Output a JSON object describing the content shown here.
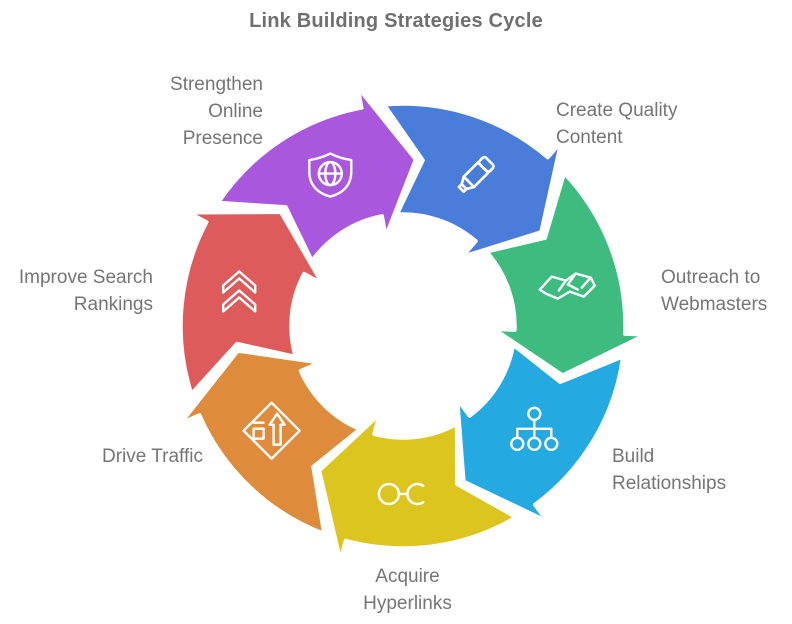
{
  "title": "Link Building Strategies Cycle",
  "diagram": {
    "type": "cycle",
    "direction": "clockwise",
    "segment_count": 7
  },
  "colors": {
    "background": "#ffffff",
    "outline": "#ffffff",
    "title_text": "#6f6f6f",
    "label_text": "#757575"
  },
  "segments": [
    {
      "id": "create-quality-content",
      "label": "Create Quality Content",
      "color": "#4A7CDA",
      "icon": "pen-icon"
    },
    {
      "id": "outreach-to-webmasters",
      "label": "Outreach to Webmasters",
      "color": "#3EBC80",
      "icon": "handshake-icon"
    },
    {
      "id": "build-relationships",
      "label": "Build Relationships",
      "color": "#24A9E0",
      "icon": "sitemap-icon"
    },
    {
      "id": "acquire-hyperlinks",
      "label": "Acquire Hyperlinks",
      "color": "#DCC51E",
      "icon": "link-icon"
    },
    {
      "id": "drive-traffic",
      "label": "Drive Traffic",
      "color": "#DE8B3B",
      "icon": "growth-sign-icon"
    },
    {
      "id": "improve-search-rankings",
      "label": "Improve Search Rankings",
      "color": "#DE5B5B",
      "icon": "double-chevron-up-icon"
    },
    {
      "id": "strengthen-online-presence",
      "label": "Strengthen Online Presence",
      "color": "#A957DC",
      "icon": "shield-globe-icon"
    }
  ]
}
